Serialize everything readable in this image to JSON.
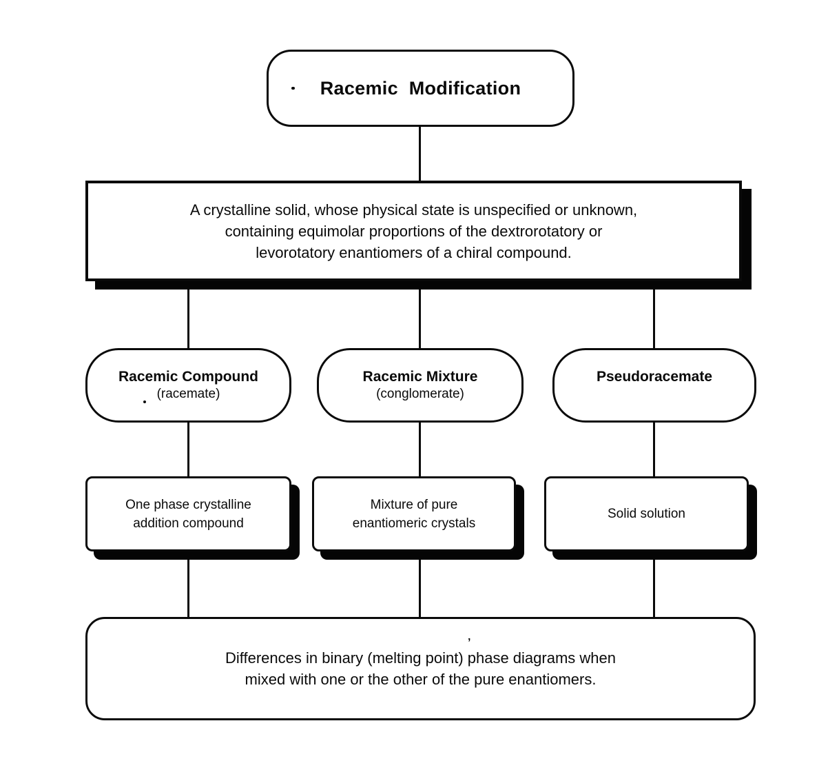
{
  "colors": {
    "ink": "#0a0a0a",
    "background": "#ffffff"
  },
  "root_node": {
    "title": "Racemic Modification"
  },
  "definition_node": {
    "text": "A crystalline solid, whose physical state is unspecified or unknown,\ncontaining equimolar proportions of the dextrorotatory or\nlevorotatory enantiomers of a chiral compound."
  },
  "branches": [
    {
      "name": "Racemic Compound",
      "alias": "(racemate)",
      "result": "One phase crystalline\naddition compound"
    },
    {
      "name": "Racemic Mixture",
      "alias": "(conglomerate)",
      "result": "Mixture of pure\nenantiomeric crystals"
    },
    {
      "name": "Pseudoracemate",
      "alias": "",
      "result": "Solid solution"
    }
  ],
  "footer_node": {
    "text": "Differences in binary (melting point) phase diagrams when\nmixed with one or the other of the pure enantiomers.",
    "stray_mark": "’"
  }
}
